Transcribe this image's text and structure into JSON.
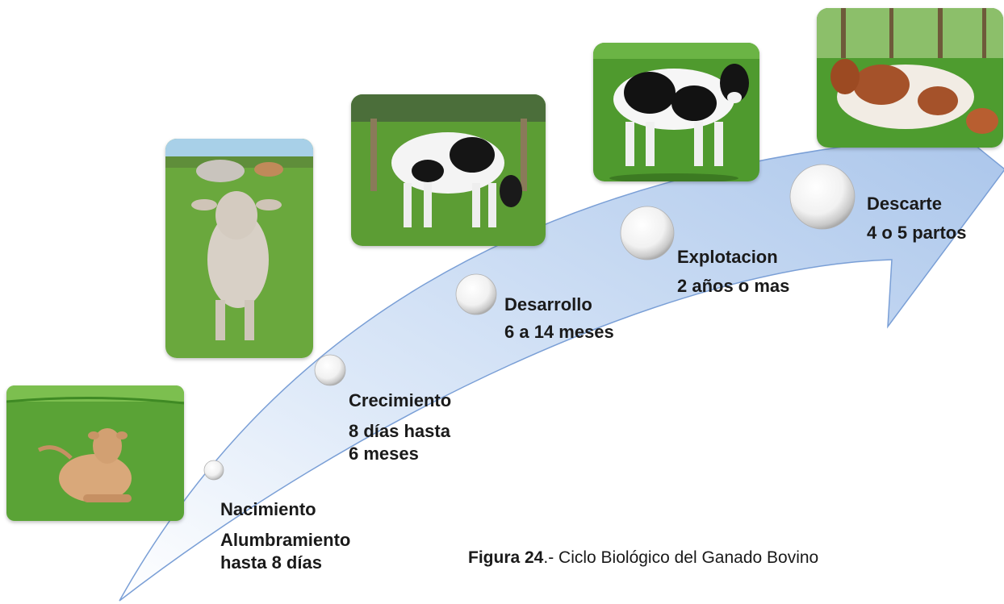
{
  "stages": [
    {
      "title": "Nacimiento",
      "lines": [
        "Alumbramiento",
        "hasta 8 días"
      ]
    },
    {
      "title": "Crecimiento",
      "lines": [
        "8 días hasta",
        "6 meses"
      ]
    },
    {
      "title": "Desarrollo",
      "lines": [
        "6 a 14 meses"
      ]
    },
    {
      "title": "Explotacion",
      "lines": [
        "2 años o mas"
      ]
    },
    {
      "title": "Descarte",
      "lines": [
        "4 o 5 partos"
      ]
    }
  ],
  "photos": [
    {
      "name": "photo-calf-lying"
    },
    {
      "name": "photo-calf-standing"
    },
    {
      "name": "photo-heifer-grazing"
    },
    {
      "name": "photo-cow-standing"
    },
    {
      "name": "photo-cow-lying"
    }
  ],
  "colors": {
    "arrow_light": "#ffffff",
    "arrow_dark": "#a8c4ea",
    "arrow_edge": "#7a9fd6",
    "grass": "#4f9a2e"
  },
  "caption": {
    "figure": "Figura 24",
    "text": ".- Ciclo Biológico del Ganado Bovino"
  }
}
